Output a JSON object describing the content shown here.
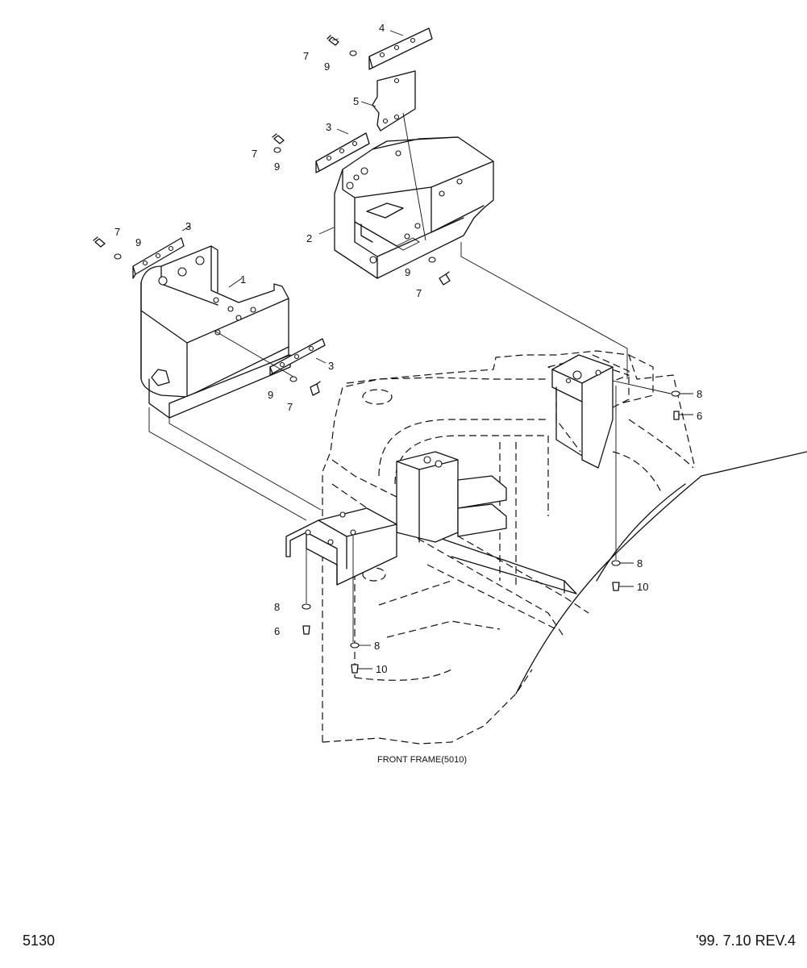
{
  "drawing": {
    "caption": "FRONT FRAME(5010)",
    "page_number": "5130",
    "revision": "'99. 7.10  REV.4",
    "callouts": {
      "c1": "1",
      "c2": "2",
      "c3a": "3",
      "c3b": "3",
      "c3c": "3",
      "c4": "4",
      "c5": "5",
      "c6a": "6",
      "c6b": "6",
      "c7a": "7",
      "c7b": "7",
      "c7c": "7",
      "c7d": "7",
      "c7e": "7",
      "c8a": "8",
      "c8b": "8",
      "c8c": "8",
      "c8d": "8",
      "c9a": "9",
      "c9b": "9",
      "c9c": "9",
      "c9d": "9",
      "c9e": "9",
      "c10a": "10",
      "c10b": "10"
    }
  }
}
